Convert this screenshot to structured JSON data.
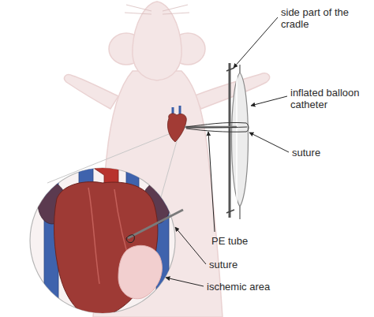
{
  "diagram": {
    "labels": [
      "side part of the cradle",
      "inflated balloon catheter",
      "suture",
      "PE tube",
      "suture",
      "ischemic area"
    ]
  }
}
